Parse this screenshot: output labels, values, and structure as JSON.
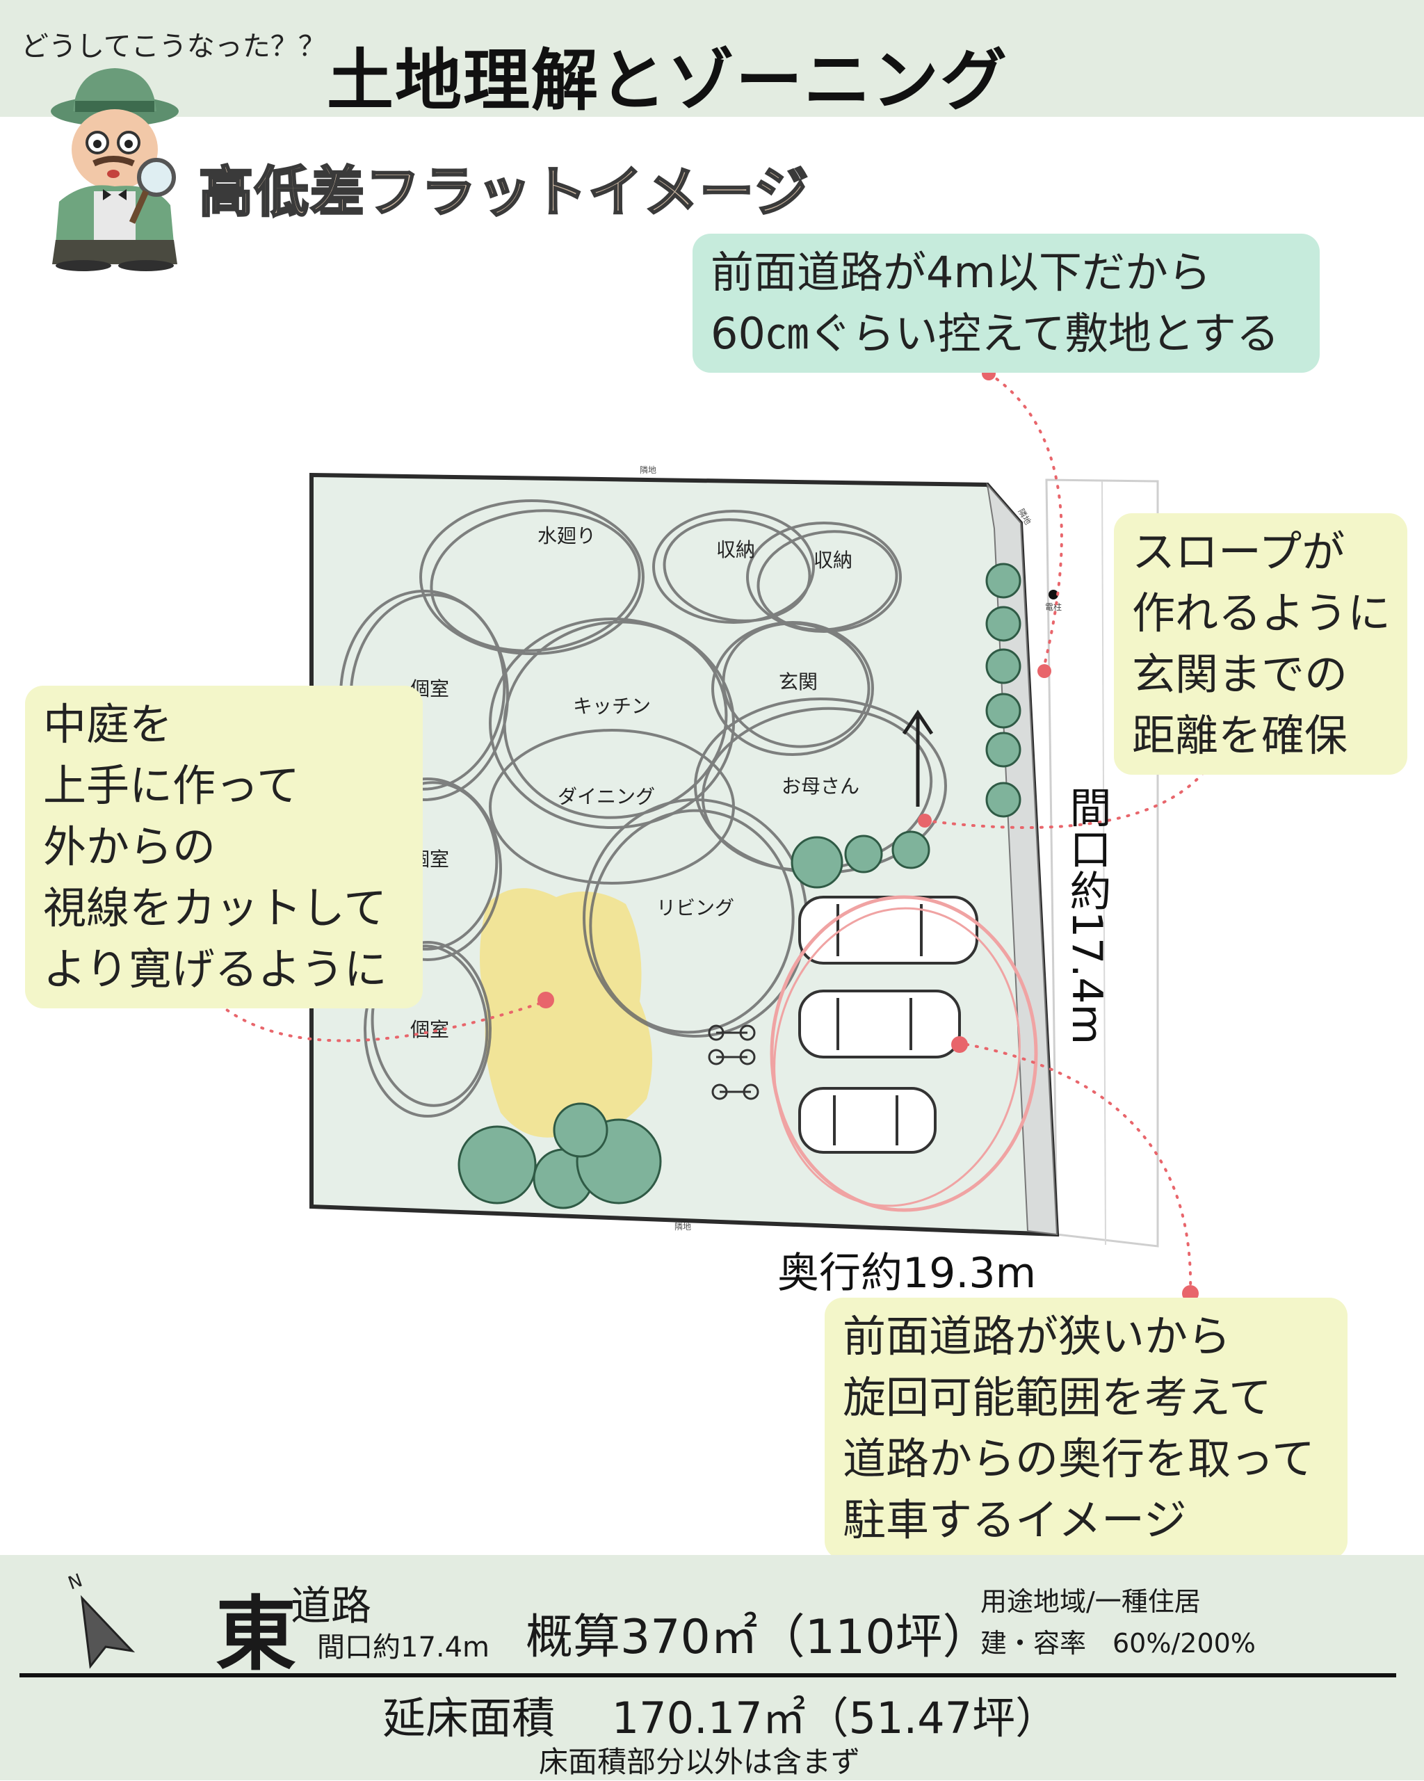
{
  "header": {
    "kicker": "どうしてこうなった？？",
    "title": "土地理解とゾーニング",
    "subtitle": "高低差フラットイメージ"
  },
  "callouts": {
    "road_setback": [
      "前面道路が4m以下だから",
      "60㎝ぐらい控えて敷地とする"
    ],
    "slope": [
      "スロープが",
      "作れるように",
      "玄関までの",
      "距離を確保"
    ],
    "courtyard": [
      "中庭を",
      "上手に作って",
      "外からの",
      "視線をカットして",
      "より寛げるように"
    ],
    "parking": [
      "前面道路が狭いから",
      "旋回可能範囲を考えて",
      "道路からの奥行を取って",
      "駐車するイメージ"
    ]
  },
  "plan": {
    "rooms": [
      "水廻り",
      "収納",
      "収納",
      "個室",
      "キッチン",
      "玄関",
      "ダイニング",
      "お母さん",
      "個室",
      "リビング",
      "個室"
    ],
    "neighbor_labels": [
      "隣地",
      "隣地",
      "隣地",
      "隣地"
    ],
    "pole_label": "電柱",
    "frontage_label": "間口約17.4m",
    "depth_label": "奥行約19.3m"
  },
  "footer": {
    "direction": "東",
    "road": "道路",
    "frontage": "間口約17.4m",
    "area": "概算370㎡（110坪）",
    "zoning": "用途地域/一種住居",
    "coverage": "建・容率　60%/200%",
    "floor_area": "延床面積　 170.17㎡（51.47坪）",
    "note": "床面積部分以外は含まず",
    "compass_letter": "N"
  },
  "colors": {
    "header_bg": "#e3ece1",
    "site_fill": "#e6efe8",
    "mint_callout": "#c6ebdc",
    "yellow_callout": "#f3f6c9",
    "courtyard": "#f2e28a",
    "tree": "#7fb39b",
    "leader_dot": "#e8656b",
    "parking_circle": "#f0a3a3"
  }
}
